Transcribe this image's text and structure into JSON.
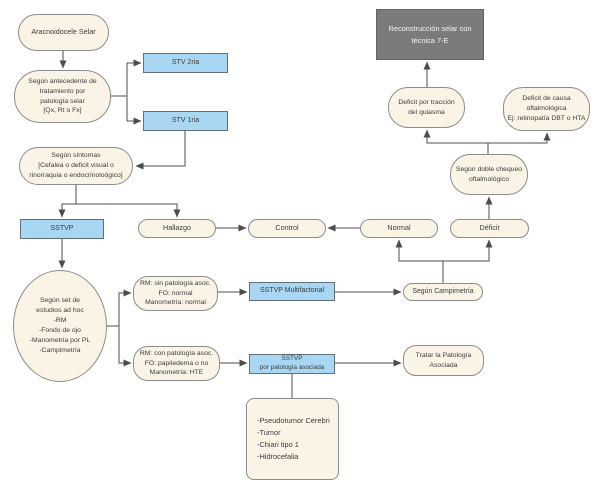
{
  "diagram": {
    "kind": "medical-decision-flowchart",
    "language": "es",
    "colors": {
      "node_fill": "#faf4e6",
      "node_border": "#8c8c8c",
      "accent_blue_fill": "#a9d6f2",
      "accent_blue_border": "#5f7079",
      "terminal_gray_fill": "#7b7b7b",
      "terminal_text": "#f4f4f4",
      "connector": "#4d4d4d",
      "background": "#ffffff"
    }
  },
  "nodes": {
    "aracnoidocele": "Aracnoidocele Selar",
    "antecedente": "Según antecedente de\ntratamiento por\npatología selar\n[Qx, Rt o Fx]",
    "stv2": "STV 2ria",
    "stv1": "STV 1ria",
    "sintomas": "Según síntomas\n[Cefalea  o deficit visual o\nrinorraquia o endocrinoloógico]",
    "sstvp": "SSTVP",
    "hallazgo": "Hallazgo",
    "control": "Control",
    "normal": "Normal",
    "deficit": "Déficit",
    "doble_chequeo": "Según doble chequeo\noftalmológico",
    "deficit_traccion": "Deficit por tracción\ndel quiasma",
    "deficit_causa": "Deficit de causa\noftalmológica\nEj: retinopatía DBT o HTA",
    "reconstruccion": "Reconstrucción selar con\ntécnica 7-E",
    "estudios": "Según set de\nestudios ad hoc\n-RM\n-Fondo de ojo\n-Manometría por PL\n-Campimetría",
    "rm_sin": "RM: sin patología asoc.\nFO: normal\nManometría: normal",
    "rm_con": "RM: con patología asoc.\nFO: papiledema o no\nManometría: HTE",
    "multifactorial": "SSTVP Multifactorial",
    "campimetria": "Según Campimetría",
    "sstvp_asociada": "SSTVP\npor patología asociada",
    "tratar": "Tratar la Patología\nAsociada",
    "note": "-Pseudotumor Cerebri\n-Tumor\n-Chiari tipo 1\n-Hidrocefalia"
  },
  "edges": [
    {
      "from": "aracnoidocele",
      "to": "antecedente"
    },
    {
      "from": "antecedente",
      "to": "stv2"
    },
    {
      "from": "antecedente",
      "to": "stv1"
    },
    {
      "from": "stv1",
      "to": "sintomas"
    },
    {
      "from": "sintomas",
      "to": "sstvp"
    },
    {
      "from": "sintomas",
      "to": "hallazgo"
    },
    {
      "from": "hallazgo",
      "to": "control"
    },
    {
      "from": "normal",
      "to": "control"
    },
    {
      "from": "campimetria",
      "to": "normal"
    },
    {
      "from": "campimetria",
      "to": "deficit"
    },
    {
      "from": "deficit",
      "to": "doble_chequeo"
    },
    {
      "from": "doble_chequeo",
      "to": "deficit_traccion"
    },
    {
      "from": "doble_chequeo",
      "to": "deficit_causa"
    },
    {
      "from": "deficit_traccion",
      "to": "reconstruccion"
    },
    {
      "from": "sstvp",
      "to": "estudios"
    },
    {
      "from": "estudios",
      "to": "rm_sin"
    },
    {
      "from": "estudios",
      "to": "rm_con"
    },
    {
      "from": "rm_sin",
      "to": "multifactorial"
    },
    {
      "from": "multifactorial",
      "to": "campimetria"
    },
    {
      "from": "rm_con",
      "to": "sstvp_asociada"
    },
    {
      "from": "sstvp_asociada",
      "to": "tratar"
    },
    {
      "from": "sstvp_asociada",
      "to": "note"
    }
  ]
}
